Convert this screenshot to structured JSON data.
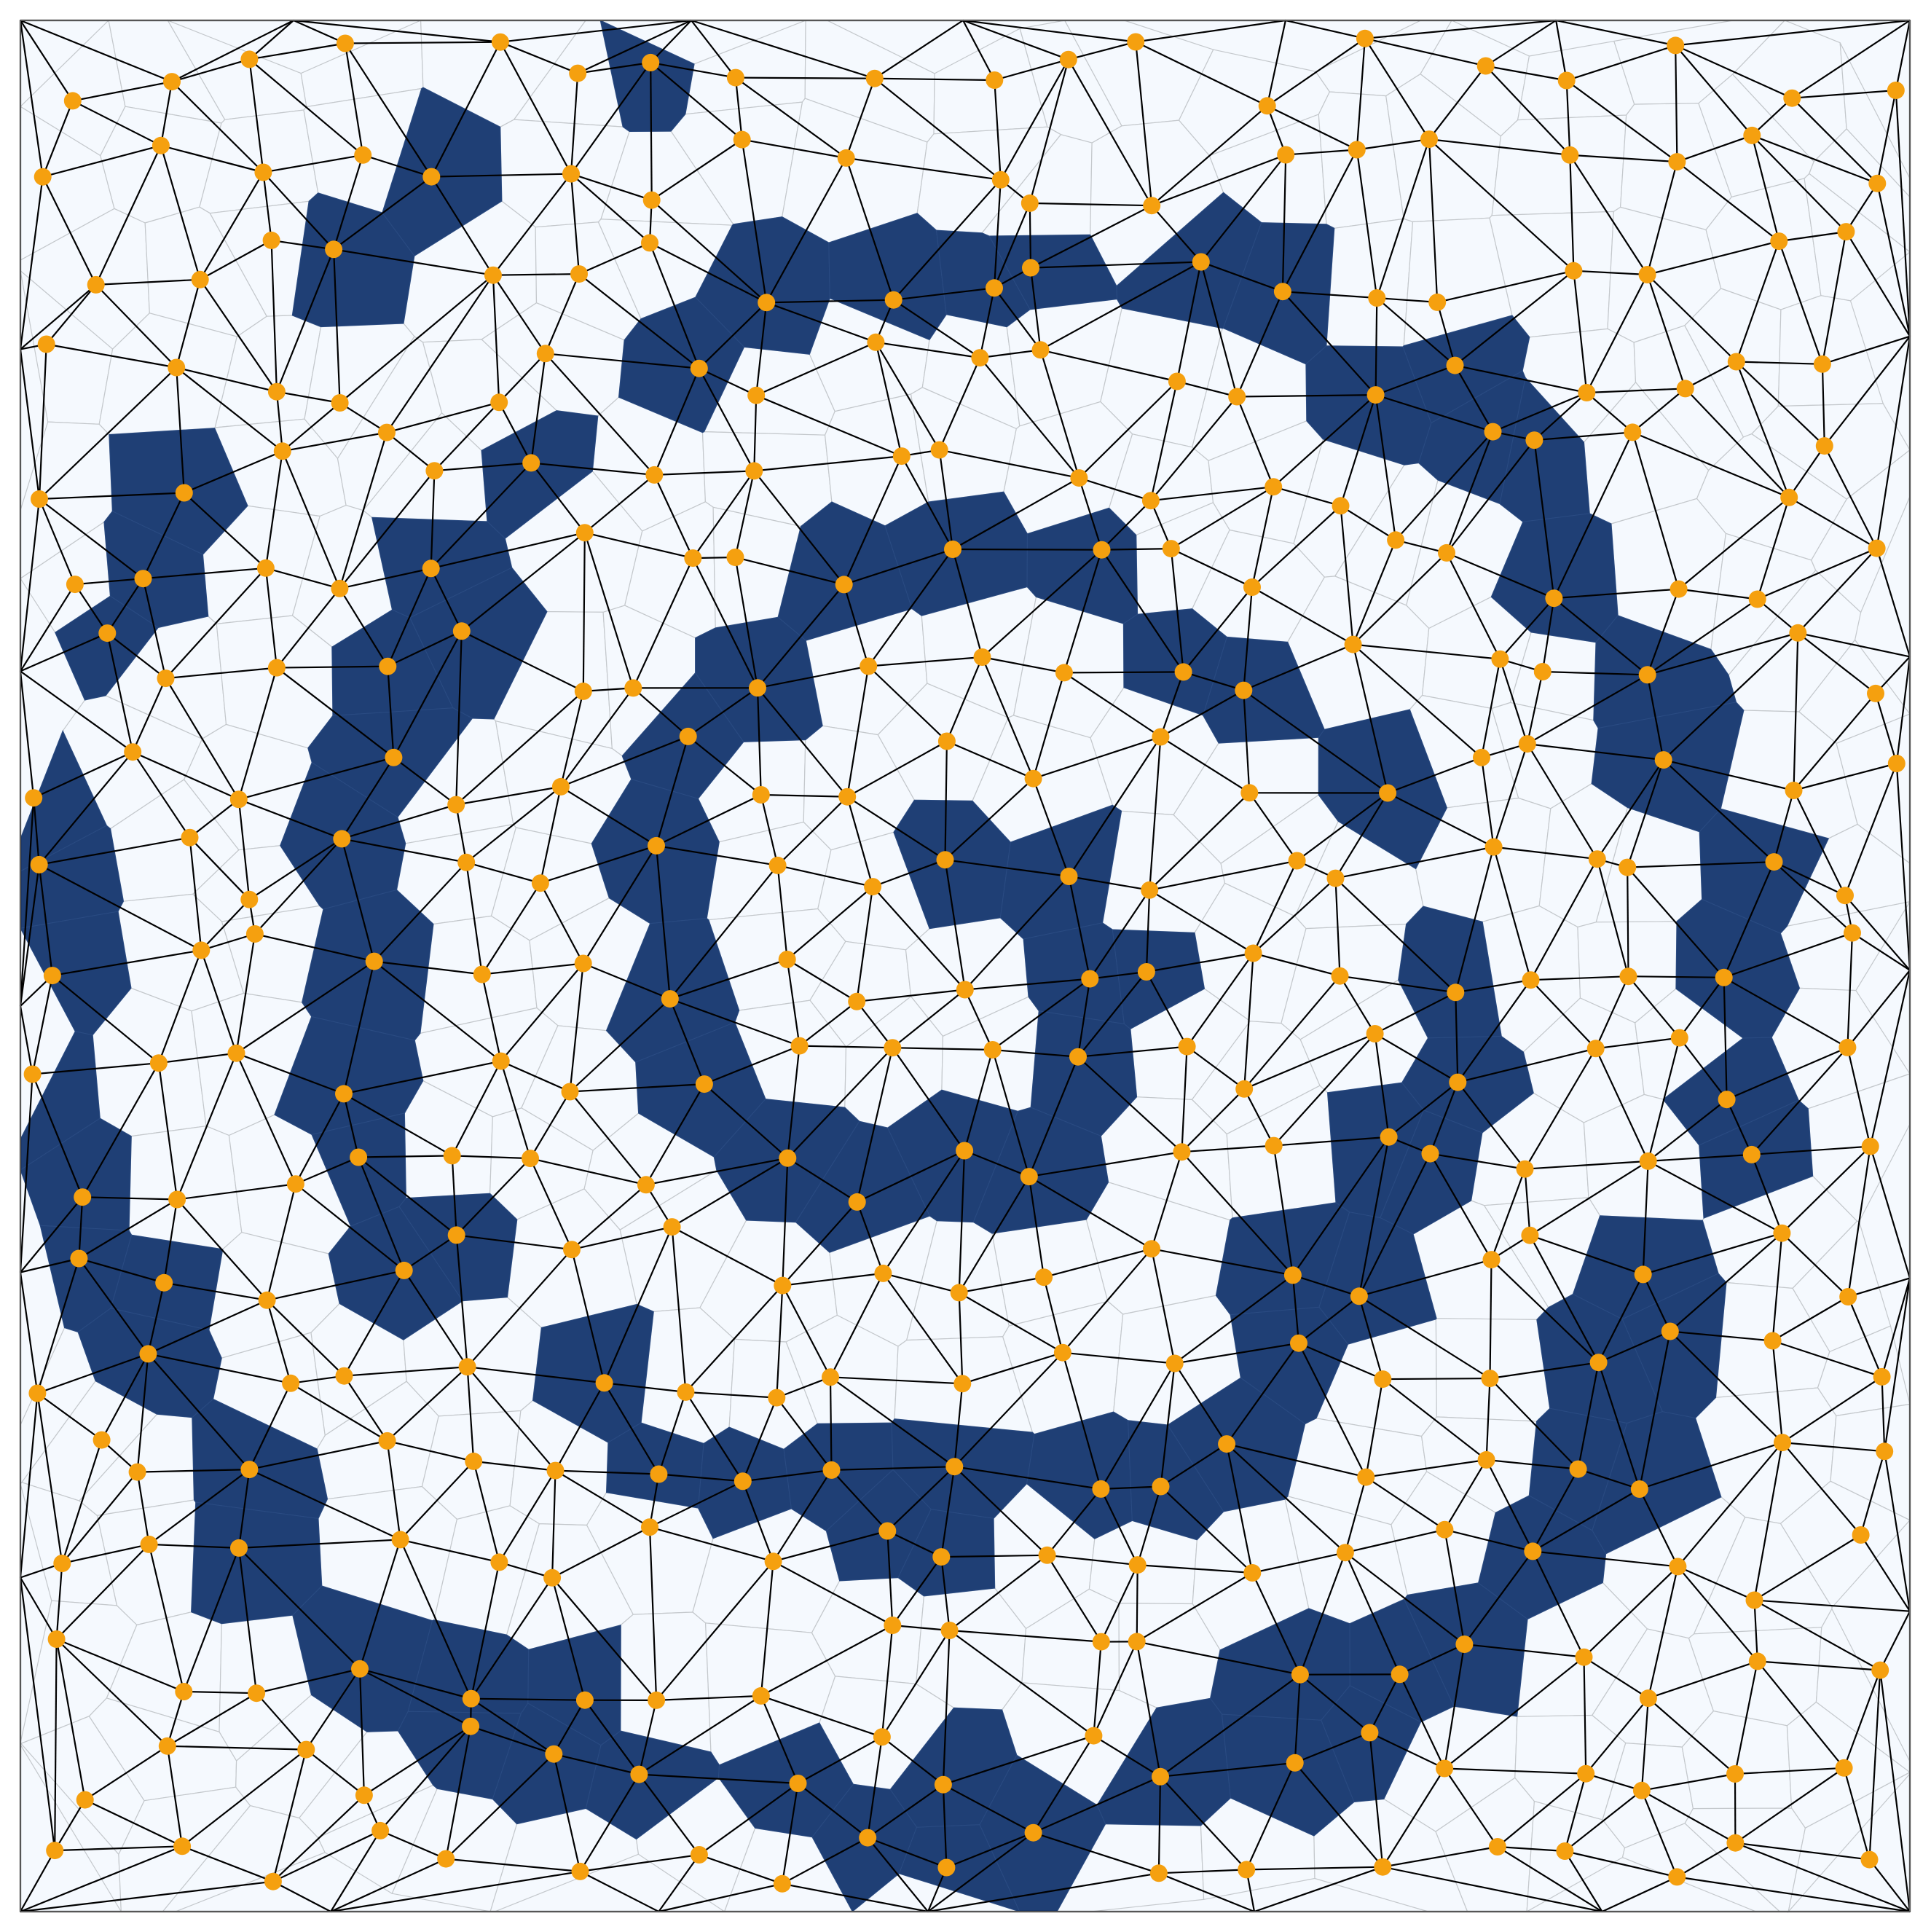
{
  "diagram": {
    "kind": "delaunay-triangulation-over-spiral-voronoi-pattern",
    "colors": {
      "background": "#f5f9fe",
      "spiral_fill": "#1f3f75",
      "cell_edges": "#c4c8cc",
      "triangulation_edges": "#000000",
      "node_fill": "#f5a00f",
      "frame": "#555555"
    },
    "nodes_visible": true,
    "spiral_turns": 3,
    "node_count_estimate": 360
  }
}
